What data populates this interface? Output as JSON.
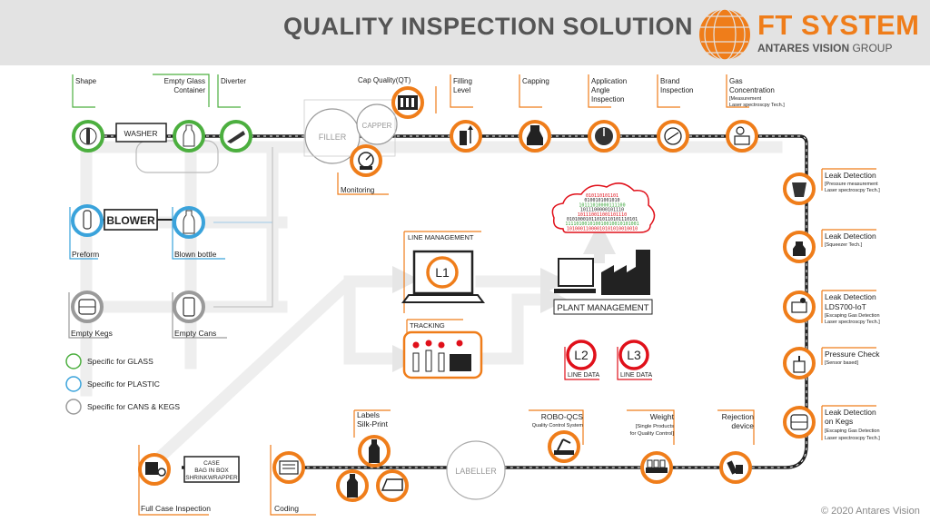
{
  "header": {
    "title": "QUALITY INSPECTION SOLUTION",
    "brand": "FT SYSTEM",
    "brand_sub_a": "ANTARES VISION",
    "brand_sub_b": "GROUP"
  },
  "stations": {
    "shape": "Shape",
    "empty_glass_1": "Empty Glass",
    "empty_glass_2": "Container",
    "diverter": "Diverter",
    "washer": "WASHER",
    "cap_quality": "Cap Quality(QT)",
    "filler": "FILLER",
    "capper": "CAPPER",
    "monitoring": "Monitoring",
    "filling_1": "Filling",
    "filling_2": "Level",
    "capping": "Capping",
    "app_angle_1": "Application",
    "app_angle_2": "Angle",
    "app_angle_3": "Inspection",
    "brand_insp_1": "Brand",
    "brand_insp_2": "Inspection",
    "gas_conc_1": "Gas",
    "gas_conc_2": "Concentration",
    "gas_conc_3": "[Measurement",
    "gas_conc_4": "Laser spectroscpy Tech.]",
    "leak1_title": "Leak Detection",
    "leak1_sub1": "[Pressure measurement",
    "leak1_sub2": "Laser spectroscpy Tech.]",
    "leak2_title": "Leak Detection",
    "leak2_sub1": "[Squeezer Tech.]",
    "leak3_title": "Leak Detection",
    "leak3_title2": "LDS700-IoT",
    "leak3_sub1": "[Escaping Gas Detection",
    "leak3_sub2": "Laser spectroscpy Tech.]",
    "pressure_title": "Pressure Check",
    "pressure_sub": "[Sensor based]",
    "kegs_title1": "Leak Detection",
    "kegs_title2": "on Kegs",
    "kegs_sub1": "[Escaping Gas Detection",
    "kegs_sub2": "Laser spectroscpy Tech.]",
    "rejection_1": "Rejection",
    "rejection_2": "device",
    "weight_1": "Weight",
    "weight_2": "[Single Products",
    "weight_3": "for Quality Control]",
    "robo_1": "ROBO-QCS",
    "robo_2": "Quality Control System",
    "labeller": "LABELLER",
    "labels_1": "Labels",
    "labels_2": "Silk-Print",
    "coding": "Coding",
    "case_1": "CASE",
    "case_2": "BAG IN BOX",
    "case_3": "SHRINKWRAPPER",
    "full_case": "Full Case Inspection",
    "blower": "BLOWER",
    "preform": "Preform",
    "blown_bottle": "Blown bottle",
    "empty_kegs": "Empty Kegs",
    "empty_cans": "Empty Cans"
  },
  "center": {
    "line_mgmt": "LINE MANAGEMENT",
    "l1": "L1",
    "tracking": "TRACKING",
    "plant_mgmt": "PLANT MANAGEMENT",
    "l2": "L2",
    "l3": "L3",
    "line_data_1": "LINE DATA",
    "line_data_2": "LINE DATA",
    "cloud_bits": [
      "010110101101",
      "0100101001010",
      "10111010000111100",
      "1011100000101110",
      "101110011001101110",
      "01010001011010110101110101",
      "111101001010010010010101001",
      "10100011000010101010010010"
    ]
  },
  "legend": {
    "glass": "Specific for GLASS",
    "plastic": "Specific for PLASTIC",
    "cans": "Specific for CANS & KEGS"
  },
  "colors": {
    "orange": "#ef7d1a",
    "green": "#4caf3f",
    "blue": "#3aa3db",
    "grey": "#9a9a9a",
    "red": "#e0101a"
  },
  "footer": {
    "copyright": "© 2020 Antares Vision"
  }
}
